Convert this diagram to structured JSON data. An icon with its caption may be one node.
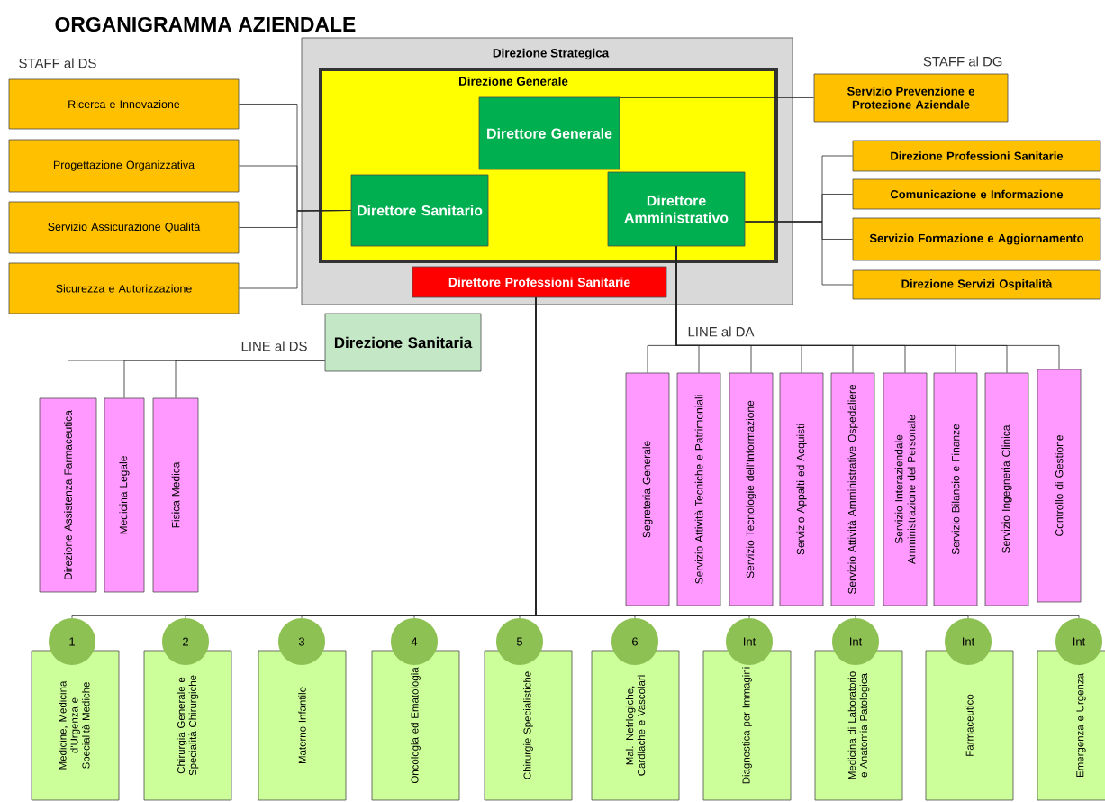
{
  "diagram": {
    "title": "ORGANIGRAMMA AZIENDALE",
    "nodes": [
      {
        "text": [
          "Direzione Strategica"
        ]
      },
      {
        "text": [
          "Direzione Generale"
        ],
        "in": 0
      },
      {
        "text": [
          "Direttore Generale"
        ],
        "in": 1
      },
      {
        "text": [
          "Direttore Sanitario"
        ],
        "in": 1
      },
      {
        "text": [
          "Direttore Amministrativo"
        ],
        "in": 1
      },
      {
        "text": [
          "Direttore Professioni Sanitarie"
        ],
        "in": 0
      },
      {
        "text": [
          "Ricerca e Innovazione"
        ]
      },
      {
        "text": [
          "Progettazione Organizzativa"
        ]
      },
      {
        "text": [
          "Servizio Assicurazione Qualità"
        ]
      },
      {
        "text": [
          "Sicurezza e Autorizzazione"
        ]
      },
      {
        "text": [
          "Servizio Prevenzione e Protezione Aziendale"
        ]
      },
      {
        "text": [
          "Direzione Professioni Sanitarie"
        ]
      },
      {
        "text": [
          "Comunicazione e Informazione"
        ]
      },
      {
        "text": [
          "Servizio Formazione e Aggiornamento"
        ]
      },
      {
        "text": [
          "Direzione Servizi Ospitalità"
        ]
      },
      {
        "text": [
          "Direzione Sanitaria"
        ]
      },
      {
        "text": [
          "Direzione Assistenza Farmaceutica"
        ]
      },
      {
        "text": [
          "Medicina Legale"
        ]
      },
      {
        "text": [
          "Fisica Medica"
        ]
      },
      {
        "text": [
          "Segreteria Generale"
        ]
      },
      {
        "text": [
          "Servizio Attività Tecniche e Patrimoniali"
        ]
      },
      {
        "text": [
          "Servizio Tecnologie dell'Informazione"
        ]
      },
      {
        "text": [
          "Servizio Appalti ed Acquisti"
        ]
      },
      {
        "text": [
          "Servizio Attività Amministrative Ospedaliere"
        ]
      },
      {
        "text": [
          "Servizio Interaziendale Amministrazione del Personale"
        ]
      },
      {
        "text": [
          "Servizio Bilancio e Finanze"
        ]
      },
      {
        "text": [
          "Servizio Ingegneria Clinica"
        ]
      },
      {
        "text": [
          "Controllo di Gestione"
        ]
      },
      {
        "text": [
          "1",
          "Medicine, Medicina d'Urgenza e Specialità Mediche"
        ]
      },
      {
        "text": [
          "2",
          "Chirurgia Generale e Specialità Chirurgiche"
        ]
      },
      {
        "text": [
          "3",
          "Materno Infantile"
        ]
      },
      {
        "text": [
          "4",
          "Oncologia ed Ematologia"
        ]
      },
      {
        "text": [
          "5",
          "Chirurgie Specialistiche"
        ]
      },
      {
        "text": [
          "6",
          "Mal. Nefrlogiche, Cardiache e Vascolari"
        ]
      },
      {
        "text": [
          "Int",
          "Diagnostica per Immagini"
        ]
      },
      {
        "text": [
          "Int",
          "Medicina di Laboratorio e Anatomia Patologica"
        ]
      },
      {
        "text": [
          "Int",
          "Farmaceutico"
        ]
      },
      {
        "text": [
          "Int",
          "Emergenza e Urgenza"
        ]
      }
    ],
    "edges": [
      {
        "from": 3,
        "to": 6,
        "arrow": "none"
      },
      {
        "from": 3,
        "to": 7,
        "arrow": "none"
      },
      {
        "from": 3,
        "to": 8,
        "arrow": "none"
      },
      {
        "from": 3,
        "to": 9,
        "arrow": "none"
      },
      {
        "from": 2,
        "to": 10,
        "arrow": "none"
      },
      {
        "from": 4,
        "to": 11,
        "arrow": "none"
      },
      {
        "from": 4,
        "to": 12,
        "arrow": "none"
      },
      {
        "from": 4,
        "to": 13,
        "arrow": "none"
      },
      {
        "from": 4,
        "to": 14,
        "arrow": "none"
      },
      {
        "from": 3,
        "to": 15,
        "arrow": "none"
      },
      {
        "from": 15,
        "to": 16,
        "arrow": "none"
      },
      {
        "from": 15,
        "to": 17,
        "arrow": "none"
      },
      {
        "from": 15,
        "to": 18,
        "arrow": "none"
      },
      {
        "from": 4,
        "to": 19,
        "arrow": "none"
      },
      {
        "from": 4,
        "to": 20,
        "arrow": "none"
      },
      {
        "from": 4,
        "to": 21,
        "arrow": "none"
      },
      {
        "from": 4,
        "to": 22,
        "arrow": "none"
      },
      {
        "from": 4,
        "to": 23,
        "arrow": "none"
      },
      {
        "from": 4,
        "to": 24,
        "arrow": "none"
      },
      {
        "from": 4,
        "to": 25,
        "arrow": "none"
      },
      {
        "from": 4,
        "to": 26,
        "arrow": "none"
      },
      {
        "from": 4,
        "to": 27,
        "arrow": "none"
      },
      {
        "from": 5,
        "to": 28,
        "arrow": "none"
      },
      {
        "from": 5,
        "to": 29,
        "arrow": "none"
      },
      {
        "from": 5,
        "to": 30,
        "arrow": "none"
      },
      {
        "from": 5,
        "to": 31,
        "arrow": "none"
      },
      {
        "from": 5,
        "to": 32,
        "arrow": "none"
      },
      {
        "from": 5,
        "to": 33,
        "arrow": "none"
      },
      {
        "from": 5,
        "to": 34,
        "arrow": "none"
      },
      {
        "from": 5,
        "to": 35,
        "arrow": "none"
      },
      {
        "from": 5,
        "to": 36,
        "arrow": "none"
      },
      {
        "from": 5,
        "to": 37,
        "arrow": "none"
      }
    ],
    "labels": [
      "STAFF al DS",
      "STAFF al DG",
      "LINE al DS",
      "LINE al DA"
    ]
  }
}
